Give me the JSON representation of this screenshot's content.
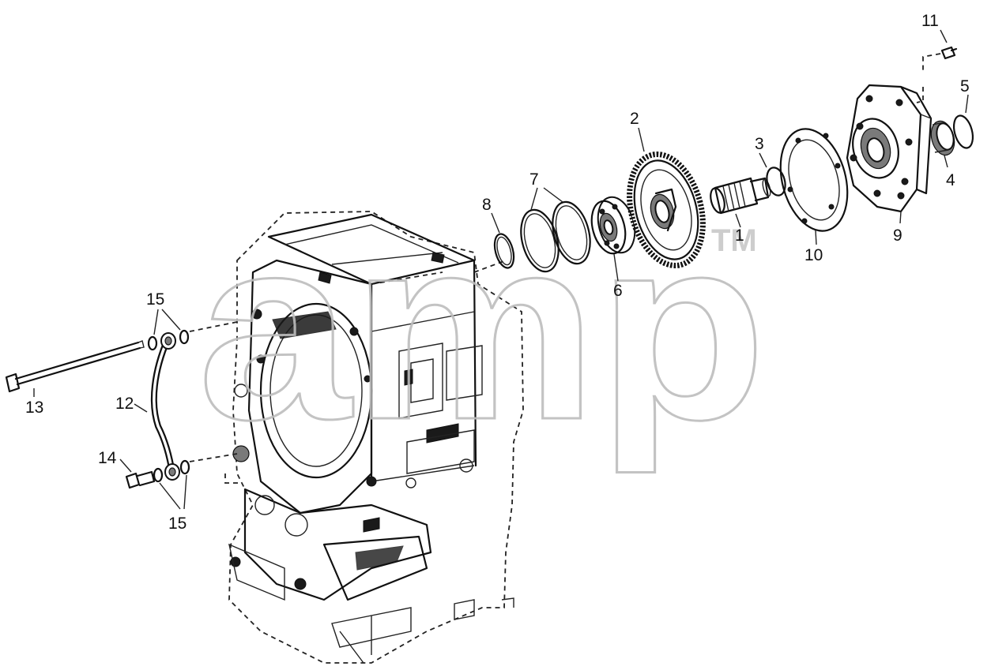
{
  "watermark": {
    "text": "amp",
    "trademark": "TM"
  },
  "callouts": {
    "p1": "1",
    "p2": "2",
    "p3": "3",
    "p4": "4",
    "p5": "5",
    "p6": "6",
    "p7": "7",
    "p8": "8",
    "p9": "9",
    "p10": "10",
    "p11": "11",
    "p12": "12",
    "p13": "13",
    "p14": "14",
    "p15a": "15",
    "p15b": "15"
  }
}
